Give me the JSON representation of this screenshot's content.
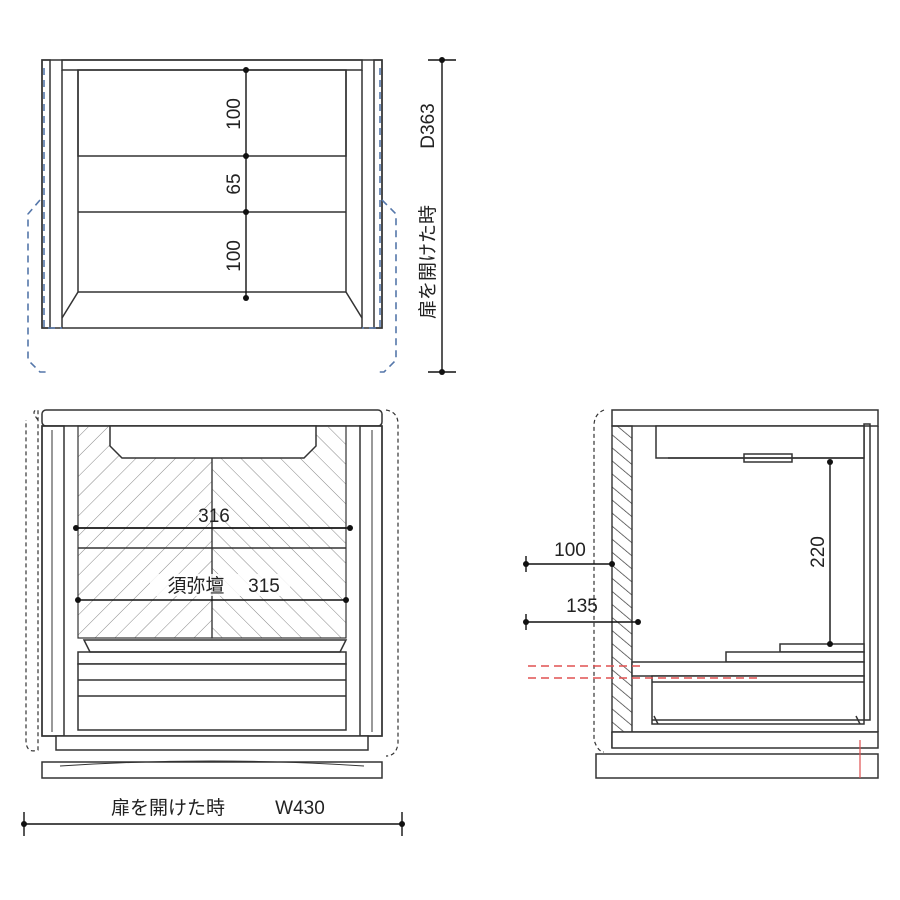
{
  "top_view": {
    "dim_upper": "100",
    "dim_middle": "65",
    "dim_lower": "100",
    "depth_label": "D363",
    "open_note": "扉を開けた時"
  },
  "front_view": {
    "dim_width_upper": "316",
    "altar_label": "須弥壇",
    "dim_width_lower": "315",
    "open_note": "扉を開けた時",
    "total_width": "W430"
  },
  "side_view": {
    "dim_100": "100",
    "dim_135": "135",
    "dim_220": "220"
  },
  "colors": {
    "line": "#333333",
    "door_dash": "#5577aa",
    "red_dash": "#e05050"
  }
}
